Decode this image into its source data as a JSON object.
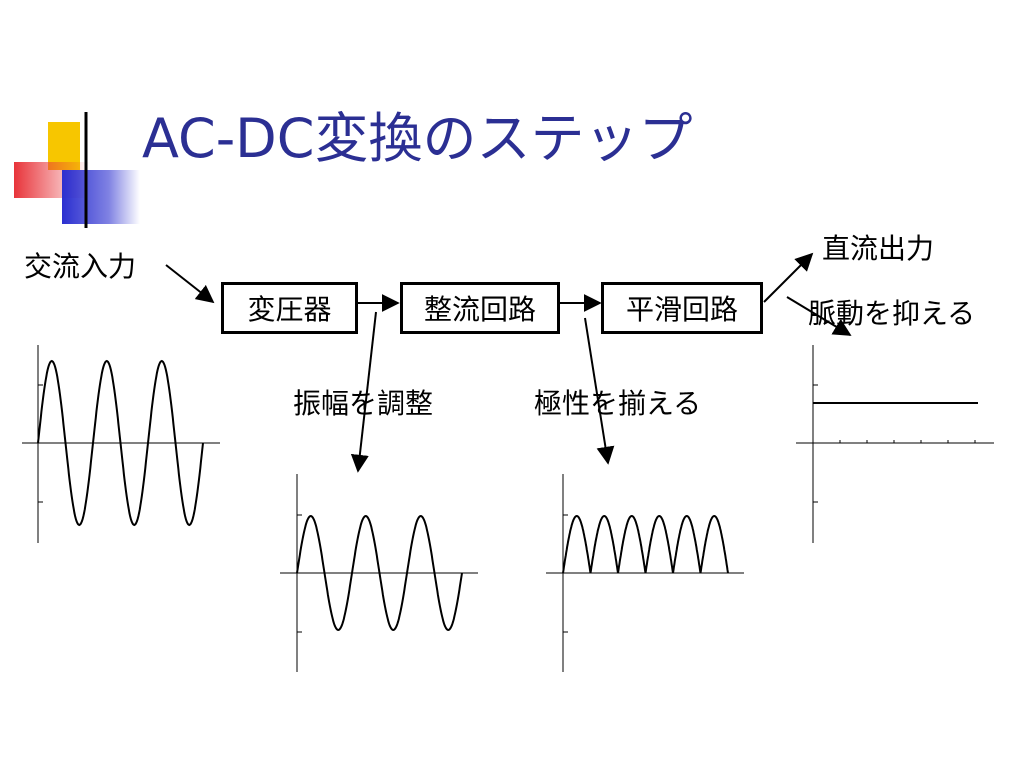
{
  "slide": {
    "title": "AC-DC変換のステップ"
  },
  "labels": {
    "input": "交流入力",
    "output": "直流出力",
    "transformer_note": "振幅を調整",
    "rectifier_note": "極性を揃える",
    "smoother_note": "脈動を抑える"
  },
  "blocks": {
    "transformer": "変圧器",
    "rectifier": "整流回路",
    "smoother": "平滑回路"
  },
  "colors": {
    "title": "#2b2f93",
    "deco_yellow": "#f7c600",
    "deco_red": "#e8343a",
    "deco_blue": "#2b2fd0",
    "line": "#000000"
  },
  "waveforms": [
    {
      "name": "ac-input",
      "shape": "sine",
      "cycles": 3
    },
    {
      "name": "transformed",
      "shape": "sine",
      "cycles": 3
    },
    {
      "name": "rectified",
      "shape": "full-wave-rectified",
      "humps": 6
    },
    {
      "name": "dc-output",
      "shape": "flat"
    }
  ]
}
